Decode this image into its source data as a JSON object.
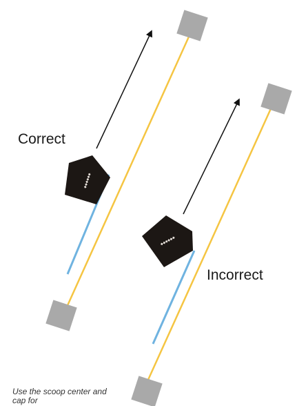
{
  "labels": {
    "correct": "Correct",
    "incorrect": "Incorrect"
  },
  "caption": "Use the scoop center and cap for",
  "colors": {
    "track_line": "#f5c542",
    "track_segment": "#6fb3e0",
    "end_marker": "#a9a9a9",
    "robot": "#1c1714",
    "arrow": "#111111"
  },
  "icons": {
    "end_marker": "gray-square-marker",
    "robot": "pentagon-robot",
    "arrow": "direction-arrow"
  }
}
